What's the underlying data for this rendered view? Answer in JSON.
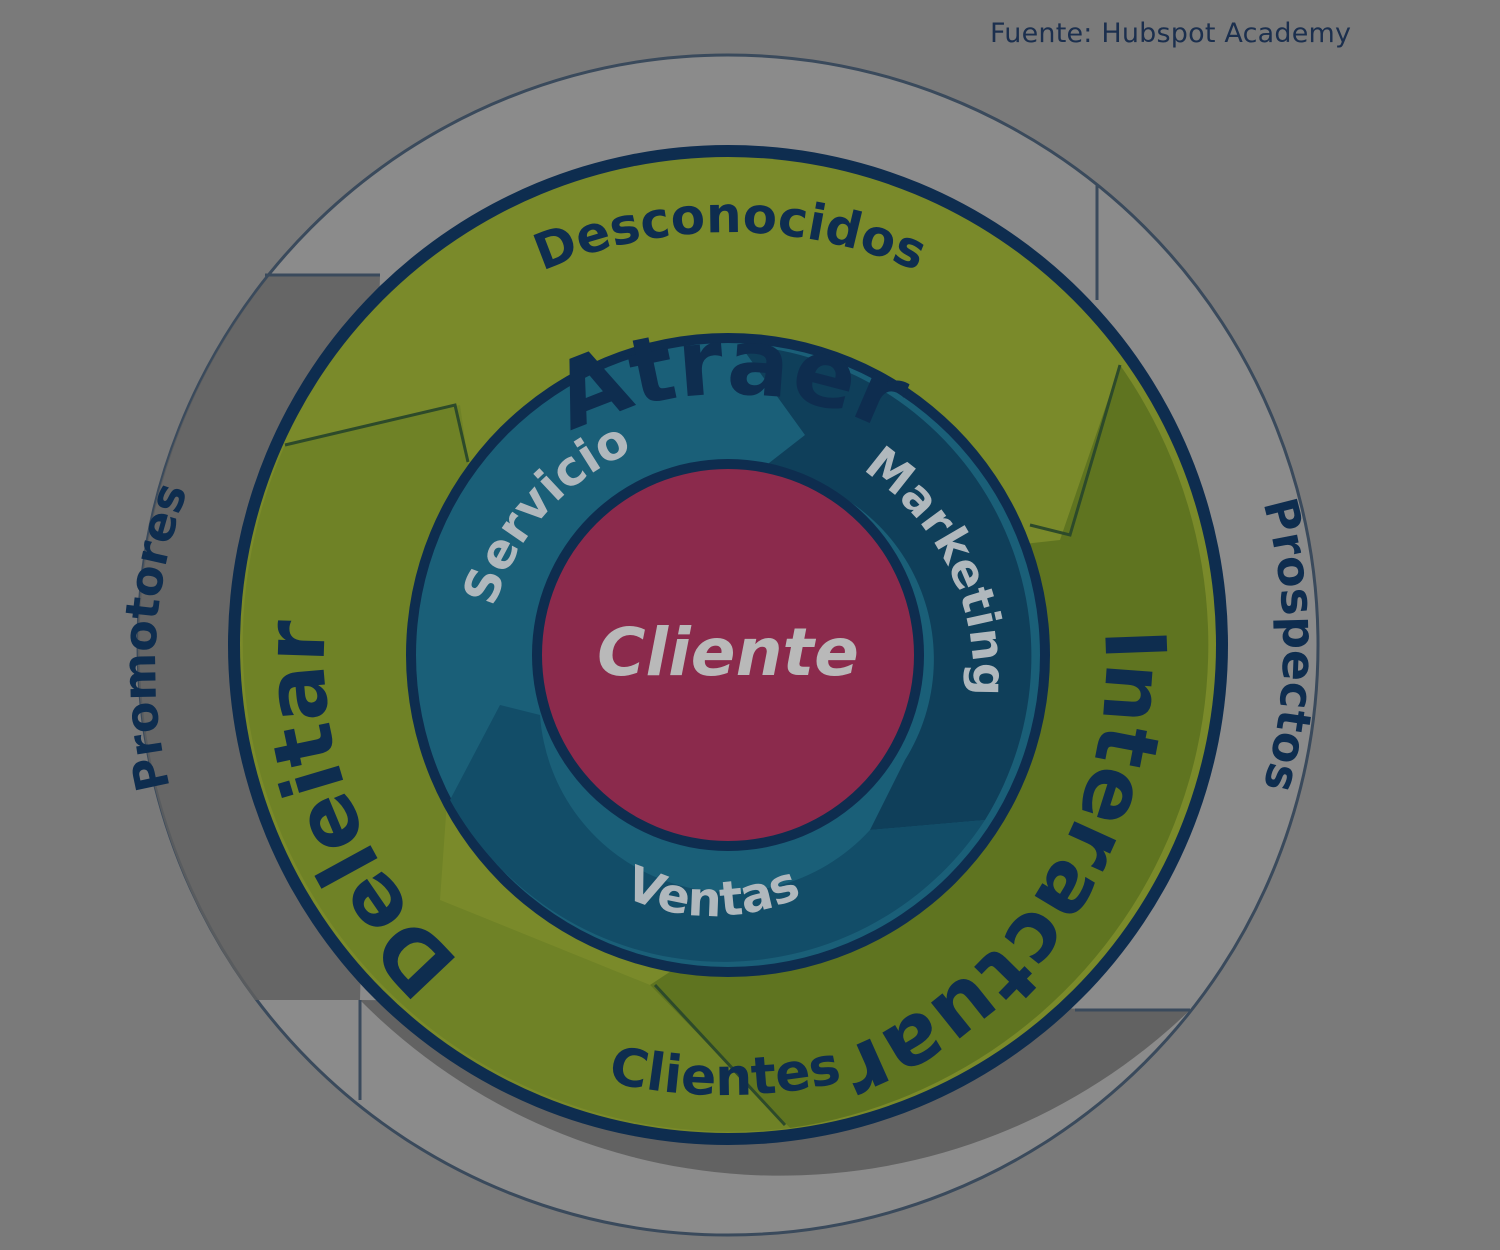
{
  "source": "Fuente: Hubspot Academy",
  "center": {
    "label": "Cliente"
  },
  "inner_ring": {
    "segments": [
      {
        "label": "Servicio"
      },
      {
        "label": "Marketing"
      },
      {
        "label": "Ventas"
      }
    ]
  },
  "middle_ring": {
    "segments": [
      {
        "label": "Atraer"
      },
      {
        "label": "Interactuar"
      },
      {
        "label": "Deleitar"
      }
    ]
  },
  "outer_ring": {
    "segments": [
      {
        "label": "Desconocidos"
      },
      {
        "label": "Prospectos"
      },
      {
        "label": "Clientes"
      },
      {
        "label": "Promotores"
      }
    ]
  },
  "colors": {
    "background": "#7a7a7a",
    "outer_ring": "#8b8b8b",
    "outer_ring_dark": "#5e5e5e",
    "lime": "#7a8a2a",
    "lime_dark": "#5f7420",
    "teal": "#1a5f78",
    "teal_dark": "#0f3f5a",
    "navy": "#0e2d4f",
    "center": "#8b2a4c",
    "center_text": "#b9b9b9"
  }
}
